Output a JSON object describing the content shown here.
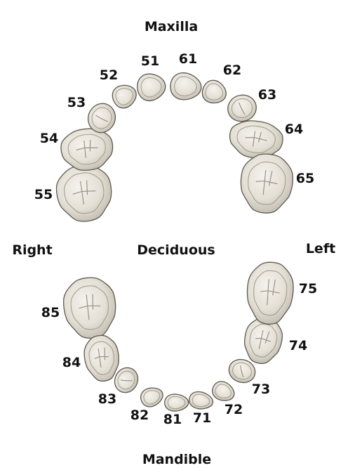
{
  "labels": {
    "maxilla": "Maxilla",
    "mandible": "Mandible",
    "right": "Right",
    "left": "Left",
    "deciduous": "Deciduous"
  },
  "teeth": [
    {
      "id": "55",
      "type": "molar"
    },
    {
      "id": "54",
      "type": "molar"
    },
    {
      "id": "53",
      "type": "canine"
    },
    {
      "id": "52",
      "type": "incisor"
    },
    {
      "id": "51",
      "type": "incisor"
    },
    {
      "id": "61",
      "type": "incisor"
    },
    {
      "id": "62",
      "type": "incisor"
    },
    {
      "id": "63",
      "type": "canine"
    },
    {
      "id": "64",
      "type": "molar"
    },
    {
      "id": "65",
      "type": "molar"
    },
    {
      "id": "85",
      "type": "molar"
    },
    {
      "id": "84",
      "type": "molar"
    },
    {
      "id": "83",
      "type": "canine"
    },
    {
      "id": "82",
      "type": "incisor"
    },
    {
      "id": "81",
      "type": "incisor"
    },
    {
      "id": "71",
      "type": "incisor"
    },
    {
      "id": "72",
      "type": "incisor"
    },
    {
      "id": "73",
      "type": "canine"
    },
    {
      "id": "74",
      "type": "molar"
    },
    {
      "id": "75",
      "type": "molar"
    }
  ],
  "colors": {
    "tooth_fill": "#e4e0d6",
    "tooth_highlight": "#f4f2ec",
    "tooth_shadow": "#b9b3a6",
    "outline": "#5f5a50",
    "text": "#111111"
  }
}
